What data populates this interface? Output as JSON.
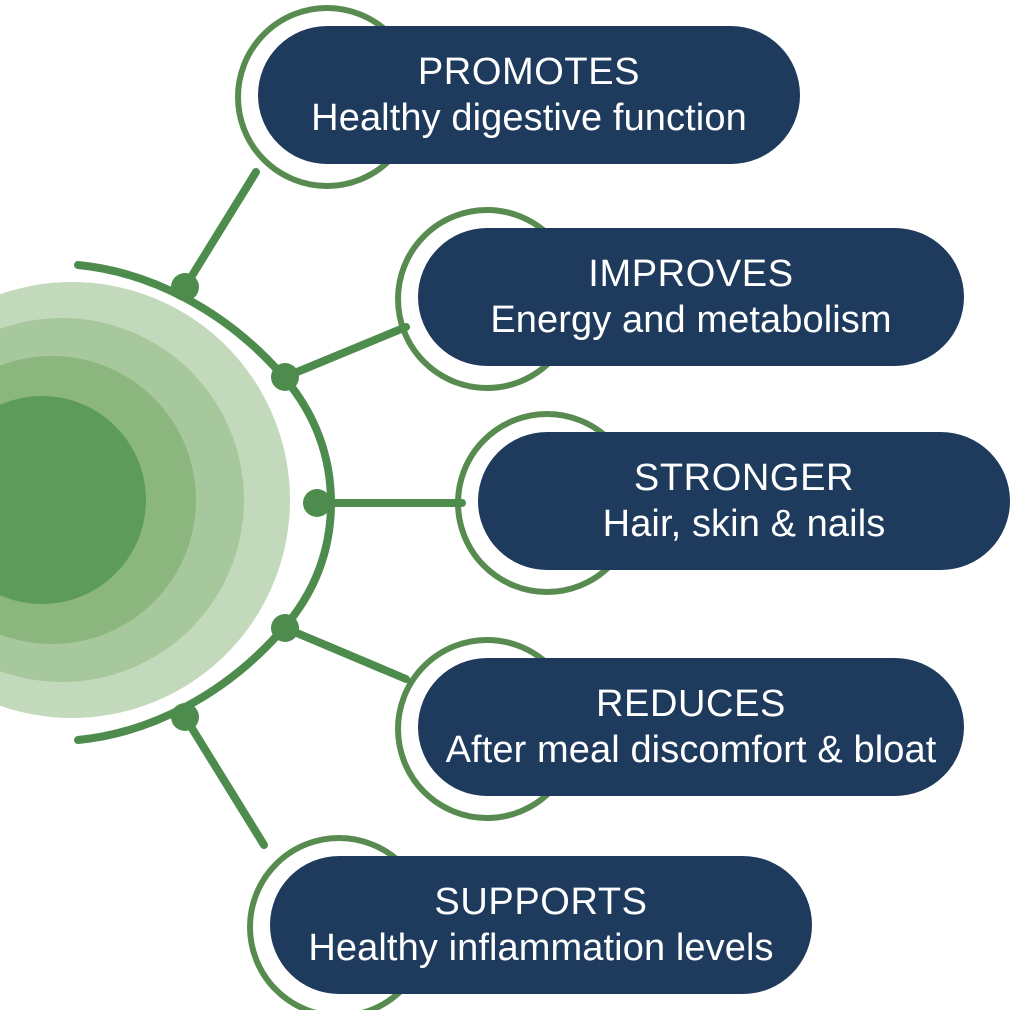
{
  "diagram": {
    "title": "Supplement benefits radial infographic",
    "background_color": "#ffffff",
    "pill_color": "#1e3a5c",
    "pill_text_color": "#ffffff",
    "accent_green": "#4d8c4d",
    "hub": {
      "name": "concentric-green-hub",
      "rings": [
        {
          "label": "ring-outer",
          "color": "#c3d9bb"
        },
        {
          "label": "ring-second",
          "color": "#a7c79c"
        },
        {
          "label": "ring-third",
          "color": "#8bb67e"
        },
        {
          "label": "ring-inner-core",
          "color": "#5d9b5a"
        }
      ]
    },
    "branches": [
      {
        "id": "promotes",
        "headline": "PROMOTES",
        "detail": "Healthy digestive function",
        "node_label": "node-1"
      },
      {
        "id": "improves",
        "headline": "IMPROVES",
        "detail": "Energy and metabolism",
        "node_label": "node-2"
      },
      {
        "id": "stronger",
        "headline": "STRONGER",
        "detail": "Hair, skin & nails",
        "node_label": "node-3"
      },
      {
        "id": "reduces",
        "headline": "REDUCES",
        "detail": "After meal discomfort & bloat",
        "node_label": "node-4"
      },
      {
        "id": "supports",
        "headline": "SUPPORTS",
        "detail": "Healthy inflammation levels",
        "node_label": "node-5"
      }
    ]
  }
}
